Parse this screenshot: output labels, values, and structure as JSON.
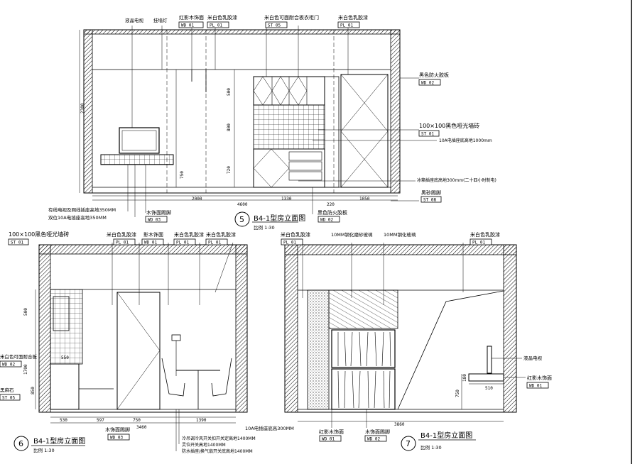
{
  "elevation5": {
    "number": "5",
    "title": "B4-1型房立面图",
    "scale": "比例 1:30",
    "labels": {
      "lcd_tv": "液晶电视",
      "sconce": "挂墙灯",
      "red_wood": "红影木饰面",
      "beige_paint_top": "米白色乳胶漆",
      "beige_board": "米白色可面耐合板衣柜门",
      "beige_paint_right": "米白色乳胶漆",
      "black_board": "黑色防火胶板",
      "tile": "100×100黑色哑光墙砖",
      "socket_note": "10A电插座底高地1000mm",
      "fridge_note": "冰箱插座底高地300mm(二十四小时制电)",
      "skirting_right": "黑砂踢脚",
      "cable_note_1": "有线电视及网线插座高地350MM",
      "cable_note_2": "双位10A电插座高地350MM",
      "wood_skirting": "木饰面踢脚",
      "black_board_bottom": "黑色防火胶板"
    },
    "tags": {
      "red_wood": "WD 01",
      "beige_paint_top": "PL 01",
      "beige_board": "ST 05",
      "beige_paint_right": "PL 01",
      "black_board": "WD 02",
      "tile": "ST 01",
      "skirting_right": "ST 08",
      "wood_skirting": "WD 03",
      "black_board_bottom": "WD 02"
    },
    "dims": {
      "height": "2300",
      "d500": "500",
      "d800": "800",
      "d720": "720",
      "d750": "750",
      "w2000": "2000",
      "w4600": "4600",
      "w1330": "1330",
      "w220": "220",
      "w1050": "1050"
    }
  },
  "elevation6": {
    "number": "6",
    "title": "B4-1型房立面图",
    "scale": "比例 1:30",
    "labels": {
      "tile": "100×100黑色哑光墙砖",
      "beige_paint_a": "米白色乳胶漆",
      "red_wood": "影木饰面",
      "beige_paint_b": "米白色乳胶漆",
      "beige_paint_c": "米白色乳胶漆",
      "beige_face": "米白色可面耐合板",
      "stone": "黑麻石",
      "wood_skirting": "木饰面踢脚",
      "note_1": "冷吊调冷风开关扣开关定高地1400MM",
      "note_2": "灵位开关高地1400MM",
      "note_3": "防水插座/换气扇开关底高地1400MM"
    },
    "tags": {
      "tile": "ST 01",
      "beige_paint_a": "PL 01",
      "red_wood": "WD 01",
      "beige_paint_b": "PL 01",
      "beige_paint_c": "PL 01",
      "beige_face": "WD 02",
      "stone": "ST 05",
      "wood_skirting": "WD 03"
    },
    "dims": {
      "d500": "500",
      "d1700": "1700",
      "d850": "850",
      "d550": "550",
      "w530": "530",
      "w597": "597",
      "w750": "750",
      "w1390": "1390",
      "w3460": "3460"
    }
  },
  "elevation7": {
    "number": "7",
    "title": "B4-1型房立面图",
    "scale": "比例 1:30",
    "labels": {
      "beige_paint_a": "米白色乳胶漆",
      "glass_a": "10MM钢化磨砂玻璃",
      "glass_b": "10MM钢化玻璃",
      "beige_paint_b": "米白色乳胶漆",
      "lcd_tv": "液晶电视",
      "red_wood": "红影木饰面",
      "socket_note": "10A电插座底高300MM",
      "red_wood_bottom": "红影木饰面",
      "wood_skirting": "木饰面踢脚"
    },
    "tags": {
      "beige_paint_a": "PL 01",
      "beige_paint_b": "PL 01",
      "red_wood": "WD 01",
      "red_wood_bottom": "WD 01",
      "wood_skirting": "WD 02"
    },
    "dims": {
      "d750": "750",
      "d180": "180",
      "w510": "510",
      "w3860": "3860"
    }
  }
}
